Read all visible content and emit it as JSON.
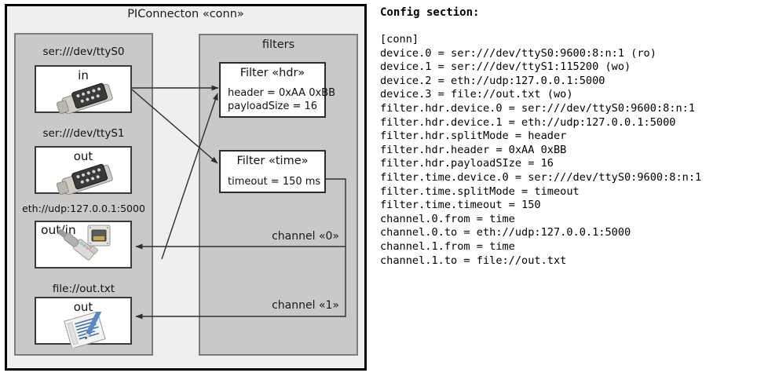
{
  "diagram": {
    "outer_title": "PIConnecton «conn»",
    "devices_group_title": "",
    "filters_group_title": "filters",
    "devices": [
      {
        "label": "ser:///dev/ttyS0",
        "direction": "in",
        "icon": "serial-db9-icon"
      },
      {
        "label": "ser:///dev/ttyS1",
        "direction": "out",
        "icon": "serial-db9-icon"
      },
      {
        "label": "eth://udp:127.0.0.1:5000",
        "direction": "out/in",
        "icon": "ethernet-rj45-icon"
      },
      {
        "label": "file://out.txt",
        "direction": "out",
        "icon": "text-file-icon"
      }
    ],
    "filters": [
      {
        "title": "Filter «hdr»",
        "attrs": [
          "header = 0xAA 0xBB",
          "payloadSize = 16"
        ]
      },
      {
        "title": "Filter «time»",
        "attrs": [
          "timeout = 150 ms"
        ]
      }
    ],
    "channels": [
      {
        "label": "channel «0»"
      },
      {
        "label": "channel «1»"
      }
    ]
  },
  "config": {
    "heading": "Config section:",
    "lines": [
      "[conn]",
      "device.0 = ser:///dev/ttyS0:9600:8:n:1 (ro)",
      "device.1 = ser:///dev/ttyS1:115200 (wo)",
      "device.2 = eth://udp:127.0.0.1:5000",
      "device.3 = file://out.txt (wo)",
      "filter.hdr.device.0 = ser:///dev/ttyS0:9600:8:n:1",
      "filter.hdr.device.1 = eth://udp:127.0.0.1:5000",
      "filter.hdr.splitMode = header",
      "filter.hdr.header = 0xAA 0xBB",
      "filter.hdr.payloadSIze = 16",
      "filter.time.device.0 = ser:///dev/ttyS0:9600:8:n:1",
      "filter.time.splitMode = timeout",
      "filter.time.timeout = 150",
      "channel.0.from = time",
      "channel.0.to = eth://udp:127.0.0.1:5000",
      "channel.1.from = time",
      "channel.1.to = file://out.txt"
    ],
    "text": "[conn]\ndevice.0 = ser:///dev/ttyS0:9600:8:n:1 (ro)\ndevice.1 = ser:///dev/ttyS1:115200 (wo)\ndevice.2 = eth://udp:127.0.0.1:5000\ndevice.3 = file://out.txt (wo)\nfilter.hdr.device.0 = ser:///dev/ttyS0:9600:8:n:1\nfilter.hdr.device.1 = eth://udp:127.0.0.1:5000\nfilter.hdr.splitMode = header\nfilter.hdr.header = 0xAA 0xBB\nfilter.hdr.payloadSIze = 16\nfilter.time.device.0 = ser:///dev/ttyS0:9600:8:n:1\nfilter.time.splitMode = timeout\nfilter.time.timeout = 150\nchannel.0.from = time\nchannel.0.to = eth://udp:127.0.0.1:5000\nchannel.1.from = time\nchannel.1.to = file://out.txt"
  },
  "colors": {
    "page_background": "#ffffff",
    "outer_frame_fill": "#efefef",
    "outer_frame_border": "#000000",
    "group_fill": "#c9c9c9",
    "group_border": "#7d7d7d",
    "card_fill": "#ffffff",
    "card_border": "#2b2b2b",
    "wire": "#2f2f2f",
    "text": "#111111"
  }
}
